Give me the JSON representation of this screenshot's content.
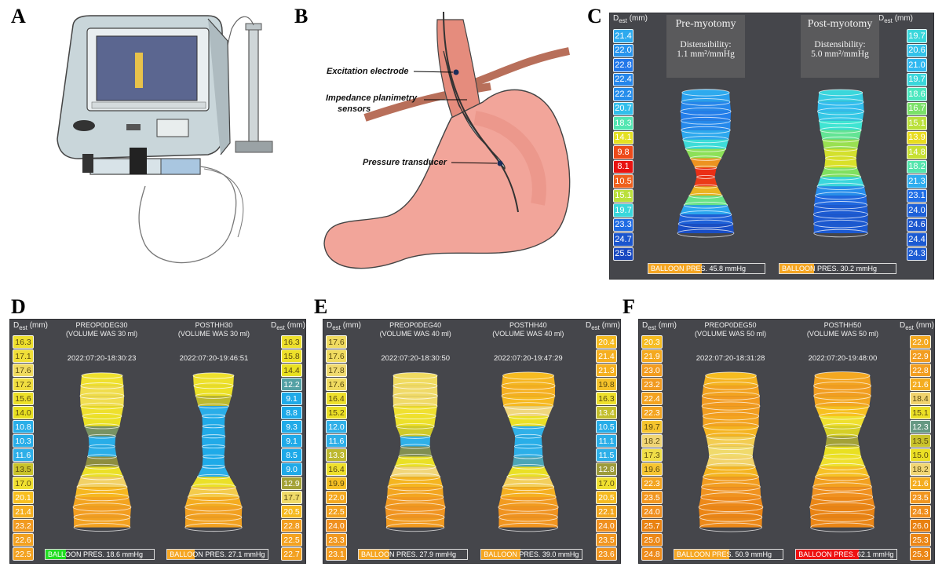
{
  "panel_labels": {
    "A": "A",
    "B": "B",
    "C": "C",
    "D": "D",
    "E": "E",
    "F": "F"
  },
  "illustration_b": {
    "excitation_electrode": "Excitation electrode",
    "impedance_line1": "Impedance planimetry",
    "impedance_line2": "sensors",
    "pressure_transducer": "Pressure transducer"
  },
  "panel_c": {
    "dest_label": "D",
    "dest_sub": "est",
    "dest_unit": "(mm)",
    "pre_title": "Pre-myotomy",
    "post_title": "Post-myotomy",
    "pre_dist_label": "Distensibility:",
    "pre_dist_value": "1.1 mm²/mmHg",
    "post_dist_label": "Distensibility:",
    "post_dist_value": "5.0 mm²/mmHg",
    "left_values": [
      "21.4",
      "22.0",
      "22.8",
      "22.4",
      "22.2",
      "20.7",
      "18.3",
      "14.1",
      "9.8",
      "8.1",
      "10.5",
      "15.1",
      "19.7",
      "23.3",
      "24.7",
      "25.5"
    ],
    "right_values": [
      "19.7",
      "20.6",
      "21.0",
      "19.7",
      "18.6",
      "16.7",
      "15.1",
      "13.9",
      "14.8",
      "18.2",
      "21.3",
      "23.1",
      "24.0",
      "24.6",
      "24.4",
      "24.3"
    ],
    "pre_pressure": {
      "label": "BALLOON PRES.",
      "value": "45.8 mmHg",
      "fill": 0.46,
      "color": "#f5a623"
    },
    "post_pressure": {
      "label": "BALLOON PRES.",
      "value": "30.2 mmHg",
      "fill": 0.3,
      "color": "#f5a623"
    }
  },
  "panel_d": {
    "dest_label": "D",
    "dest_sub": "est",
    "dest_unit": "(mm)",
    "pre_title": "PREOP0DEG30",
    "pre_volume": "(VOLUME WAS 30 ml)",
    "pre_time": "2022:07:20-18:30:23",
    "post_title": "POSTHH30",
    "post_volume": "(VOLUME WAS 30 ml)",
    "post_time": "2022:07:20-19:46:51",
    "left_values": [
      "16.3",
      "17.1",
      "17.6",
      "17.2",
      "15.6",
      "14.0",
      "10.8",
      "10.3",
      "11.6",
      "13.5",
      "17.0",
      "20.1",
      "21.4",
      "23.2",
      "22.6",
      "22.5"
    ],
    "right_values": [
      "16.3",
      "15.8",
      "14.4",
      "12.2",
      "9.1",
      "8.8",
      "9.3",
      "9.1",
      "8.5",
      "9.0",
      "12.9",
      "17.7",
      "20.5",
      "22.8",
      "22.5",
      "22.7"
    ],
    "pre_pressure": {
      "label": "BALLOON PRES.",
      "value": "18.6 mmHg",
      "fill": 0.19,
      "color": "#22dd22"
    },
    "post_pressure": {
      "label": "BALLOON PRES.",
      "value": "27.1 mmHg",
      "fill": 0.27,
      "color": "#f5a623"
    }
  },
  "panel_e": {
    "dest_label": "D",
    "dest_sub": "est",
    "dest_unit": "(mm)",
    "pre_title": "PREOP0DEG40",
    "pre_volume": "(VOLUME WAS 40 ml)",
    "pre_time": "2022:07:20-18:30:50",
    "post_title": "POSTHH40",
    "post_volume": "(VOLUME WAS 40 ml)",
    "post_time": "2022:07:20-19:47:29",
    "left_values": [
      "17.6",
      "17.6",
      "17.8",
      "17.6",
      "16.4",
      "15.2",
      "12.0",
      "11.6",
      "13.3",
      "16.4",
      "19.9",
      "22.0",
      "22.5",
      "24.0",
      "23.3",
      "23.1"
    ],
    "right_values": [
      "20.4",
      "21.4",
      "21.3",
      "19.8",
      "16.3",
      "13.4",
      "10.5",
      "11.1",
      "11.5",
      "12.8",
      "17.0",
      "20.5",
      "22.1",
      "24.0",
      "23.5",
      "23.6"
    ],
    "pre_pressure": {
      "label": "BALLOON PRES.",
      "value": "27.9 mmHg",
      "fill": 0.28,
      "color": "#f5a623"
    },
    "post_pressure": {
      "label": "BALLOON PRES.",
      "value": "39.0 mmHg",
      "fill": 0.39,
      "color": "#f5a623"
    }
  },
  "panel_f": {
    "dest_label": "D",
    "dest_sub": "est",
    "dest_unit": "(mm)",
    "pre_title": "PREOP0DEG50",
    "pre_volume": "(VOLUME WAS 50 ml)",
    "pre_time": "2022:07:20-18:31:28",
    "post_title": "POSTHH50",
    "post_volume": "(VOLUME WAS 50 ml)",
    "post_time": "2022:07:20-19:48:00",
    "left_values": [
      "20.3",
      "21.9",
      "23.0",
      "23.2",
      "22.4",
      "22.3",
      "19.7",
      "18.2",
      "17.3",
      "19.6",
      "22.3",
      "23.5",
      "24.0",
      "25.7",
      "25.0",
      "24.8"
    ],
    "right_values": [
      "22.0",
      "22.9",
      "22.8",
      "21.6",
      "18.4",
      "15.1",
      "12.3",
      "13.5",
      "15.0",
      "18.2",
      "21.6",
      "23.5",
      "24.3",
      "26.0",
      "25.3",
      "25.3"
    ],
    "pre_pressure": {
      "label": "BALLOON PRES.",
      "value": "50.9 mmHg",
      "fill": 0.51,
      "color": "#f5a623"
    },
    "post_pressure": {
      "label": "BALLOON PRES.",
      "value": "62.1 mmHg",
      "fill": 0.62,
      "color": "#ee1111"
    }
  }
}
